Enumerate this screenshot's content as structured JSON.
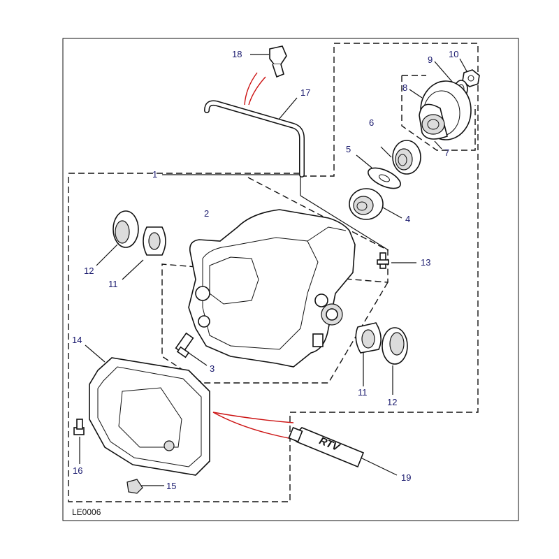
{
  "diagram_code": "LE0006",
  "tube_label": "RTV",
  "callouts": [
    "1",
    "2",
    "3",
    "4",
    "5",
    "6",
    "7",
    "8",
    "9",
    "10",
    "11",
    "12",
    "13",
    "14",
    "15",
    "16",
    "17",
    "18",
    "19"
  ],
  "callouts_extra": [
    "11",
    "12"
  ],
  "colors": {
    "ink": "#111111",
    "callout": "#1a1a6e",
    "leader_red": "#cc1111"
  }
}
